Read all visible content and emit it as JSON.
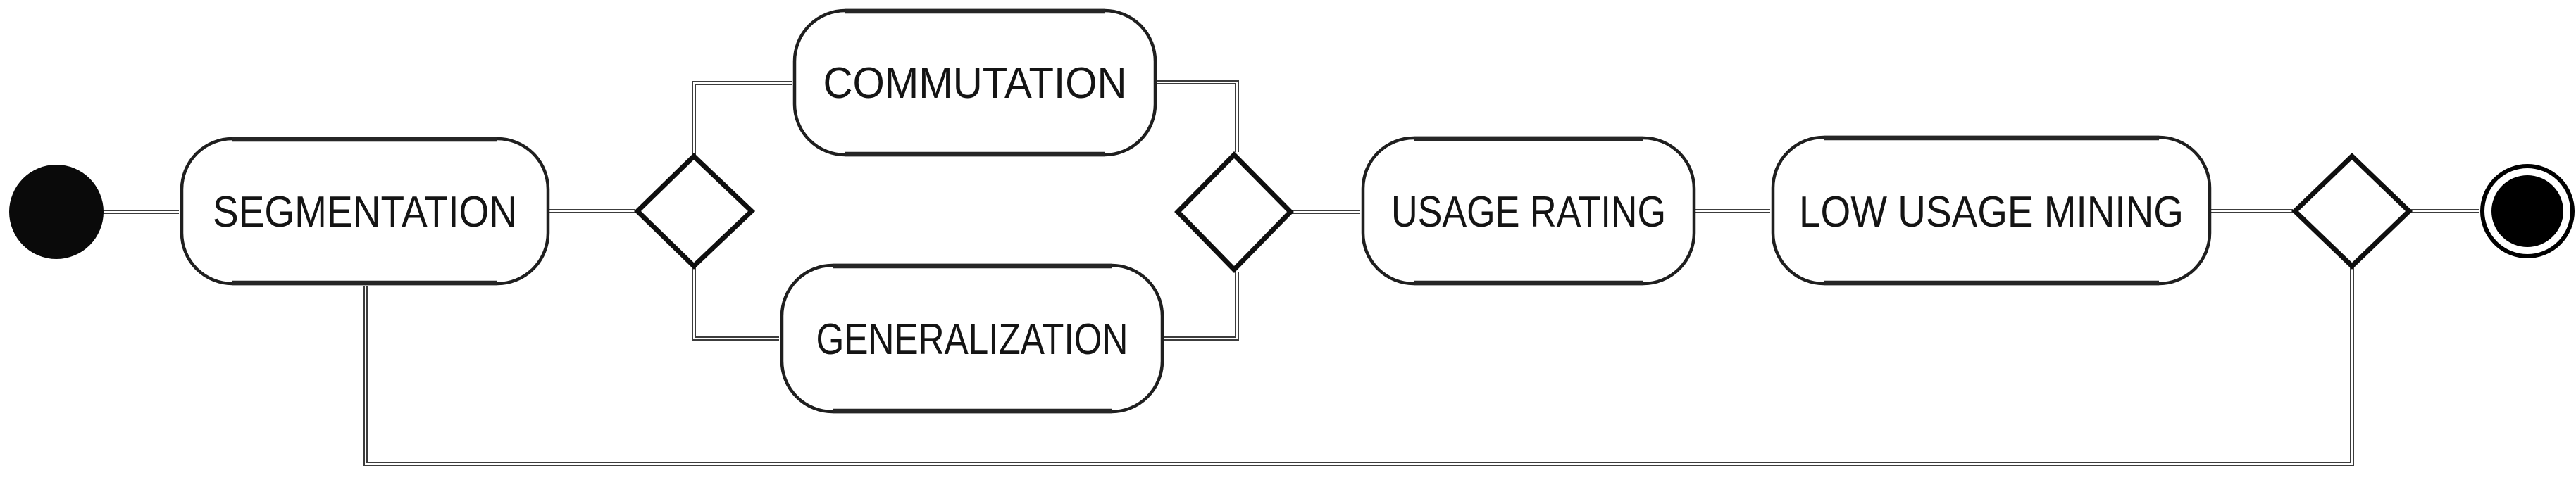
{
  "diagram": {
    "kind": "uml-activity-diagram",
    "background_color": "#ffffff",
    "shape_stroke_color": "#1f1f1f",
    "line_color": "#3c3c3c",
    "nodes": {
      "start": {
        "type": "initial-node",
        "label": ""
      },
      "segmentation": {
        "type": "activity",
        "label": "SEGMENTATION"
      },
      "decision_1": {
        "type": "decision",
        "label": ""
      },
      "commutation": {
        "type": "activity",
        "label": "COMMUTATION"
      },
      "generalization": {
        "type": "activity",
        "label": "GENERALIZATION"
      },
      "merge": {
        "type": "merge",
        "label": ""
      },
      "usage_rating": {
        "type": "activity",
        "label": "USAGE RATING"
      },
      "low_usage_mining": {
        "type": "activity",
        "label": "LOW USAGE MINING"
      },
      "decision_2": {
        "type": "decision",
        "label": ""
      },
      "end": {
        "type": "final-node",
        "label": ""
      }
    },
    "edges": [
      {
        "from": "start",
        "to": "segmentation"
      },
      {
        "from": "segmentation",
        "to": "decision_1"
      },
      {
        "from": "decision_1",
        "to": "commutation"
      },
      {
        "from": "decision_1",
        "to": "generalization"
      },
      {
        "from": "commutation",
        "to": "merge"
      },
      {
        "from": "generalization",
        "to": "merge"
      },
      {
        "from": "merge",
        "to": "usage_rating"
      },
      {
        "from": "usage_rating",
        "to": "low_usage_mining"
      },
      {
        "from": "low_usage_mining",
        "to": "decision_2"
      },
      {
        "from": "decision_2",
        "to": "end"
      },
      {
        "from": "decision_2",
        "to": "segmentation",
        "kind": "loop-back"
      }
    ]
  }
}
